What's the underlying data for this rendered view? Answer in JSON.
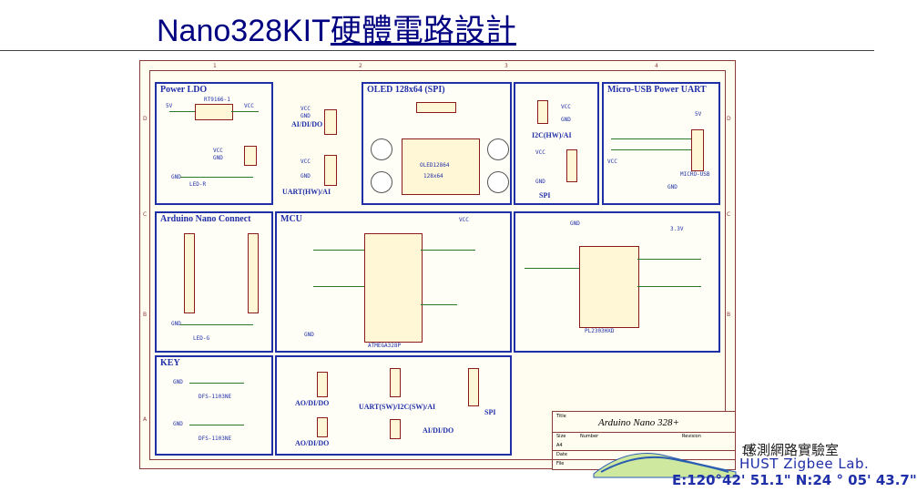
{
  "slide": {
    "title_plain": "Nano328KIT",
    "title_underlined": "硬體電路設計",
    "page_number": "11"
  },
  "panels": {
    "power_ldo": "Power LDO",
    "oled": "OLED 128x64 (SPI)",
    "usb_uart": "Micro-USB Power UART",
    "arduino_nano": "Arduino Nano Connect",
    "mcu": "MCU",
    "key": "KEY"
  },
  "labels": {
    "aiddo1": "AI/DI/DO",
    "uart_hw_ai": "UART(HW)/AI",
    "i2c_hw_ai": "I2C(HW)/AI",
    "spi1": "SPI",
    "aiddo2": "AO/DI/DO",
    "uart_sw": "UART(SW)/I2C(SW)/AI",
    "spi2": "SPI",
    "aiddo3": "AI/DI/DO",
    "aiddo4": "AO/DI/DO",
    "u1": "ATMEGA328P",
    "oled_part": "OLED12864",
    "oled_size": "128x64",
    "ldo_part": "RT9166-1",
    "usb_ic": "PL2303HXD",
    "key_part1": "DFS-1103NE",
    "key_part2": "DFS-1103NE",
    "led1": "LED-R",
    "led2": "LED-G",
    "usb_conn": "MICRO-USB",
    "vcc": "VCC",
    "gnd": "GND",
    "v5": "5V",
    "v3": "3.3V"
  },
  "title_block": {
    "name": "Arduino Nano 328+",
    "title_label": "Title",
    "size_label": "Size",
    "size_value": "A4",
    "number_label": "Number",
    "revision_label": "Revision",
    "date_label": "Date",
    "file_label": "File"
  },
  "lab": {
    "cn_name": "感測網路實驗室",
    "en_name": "HUST Zigbee Lab.",
    "coordinates": "E:120°42' 51.1\" N:24 ° 05' 43.7\""
  },
  "colors": {
    "title": "#000080",
    "panel_border": "#1f2fa8",
    "sheet_border": "#8b3a3a",
    "wire": "#2a7a2a"
  }
}
